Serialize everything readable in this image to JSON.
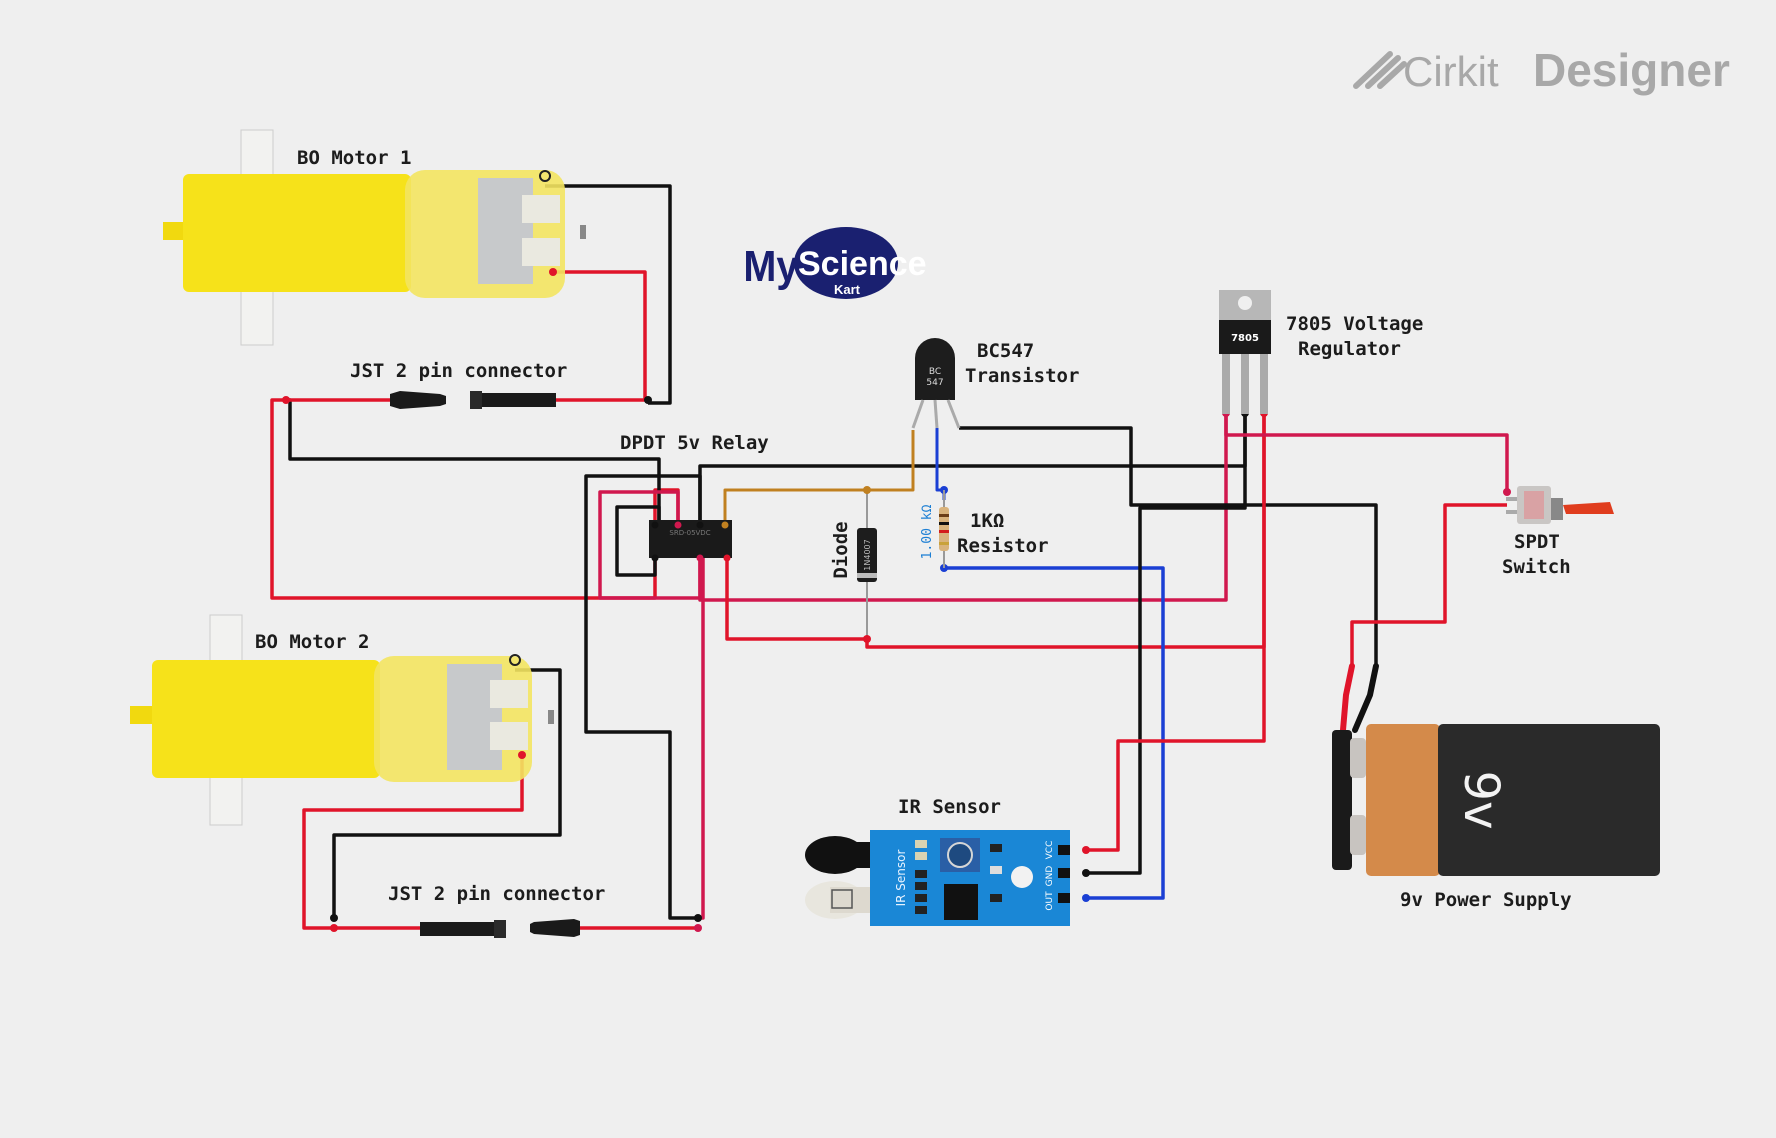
{
  "brand": {
    "cirkit": "Cirkit",
    "designer": "Designer"
  },
  "logo": {
    "my": "My",
    "science": "Science",
    "kart": "Kart"
  },
  "labels": {
    "motor1": "BO Motor 1",
    "motor2": "BO Motor 2",
    "jst_top": "JST 2 pin connector",
    "jst_bottom": "JST 2 pin connector",
    "relay": "DPDT 5v Relay",
    "transistor_line1": "BC547",
    "transistor_line2": "Transistor",
    "regulator_line1": "7805 Voltage",
    "regulator_line2": "Regulator",
    "diode": "Diode",
    "resistor_value": "1.00 kΩ",
    "resistor_line1": "1KΩ",
    "resistor_line2": "Resistor",
    "switch_line1": "SPDT",
    "switch_line2": "Switch",
    "ir_sensor": "IR Sensor",
    "battery": "9v Power Supply"
  },
  "component_text": {
    "transistor_body": "BC",
    "transistor_body2": "547",
    "regulator_body": "7805",
    "diode_body": "1N4007",
    "battery_face": "9v",
    "ir_board": "IR Sensor",
    "ir_pin_vcc": "VCC",
    "ir_pin_gnd": "GND",
    "ir_pin_out": "OUT",
    "relay_body": "SRD-05VDC"
  },
  "colors": {
    "wire_red": "#e0142a",
    "wire_pink": "#d0184e",
    "wire_black": "#111111",
    "wire_blue": "#1a3fd4",
    "wire_brown": "#c08020",
    "motor_yellow": "#f6e21a",
    "ir_board": "#1a87d6",
    "battery_orange": "#d48a4a",
    "battery_black": "#2a2a2a"
  }
}
